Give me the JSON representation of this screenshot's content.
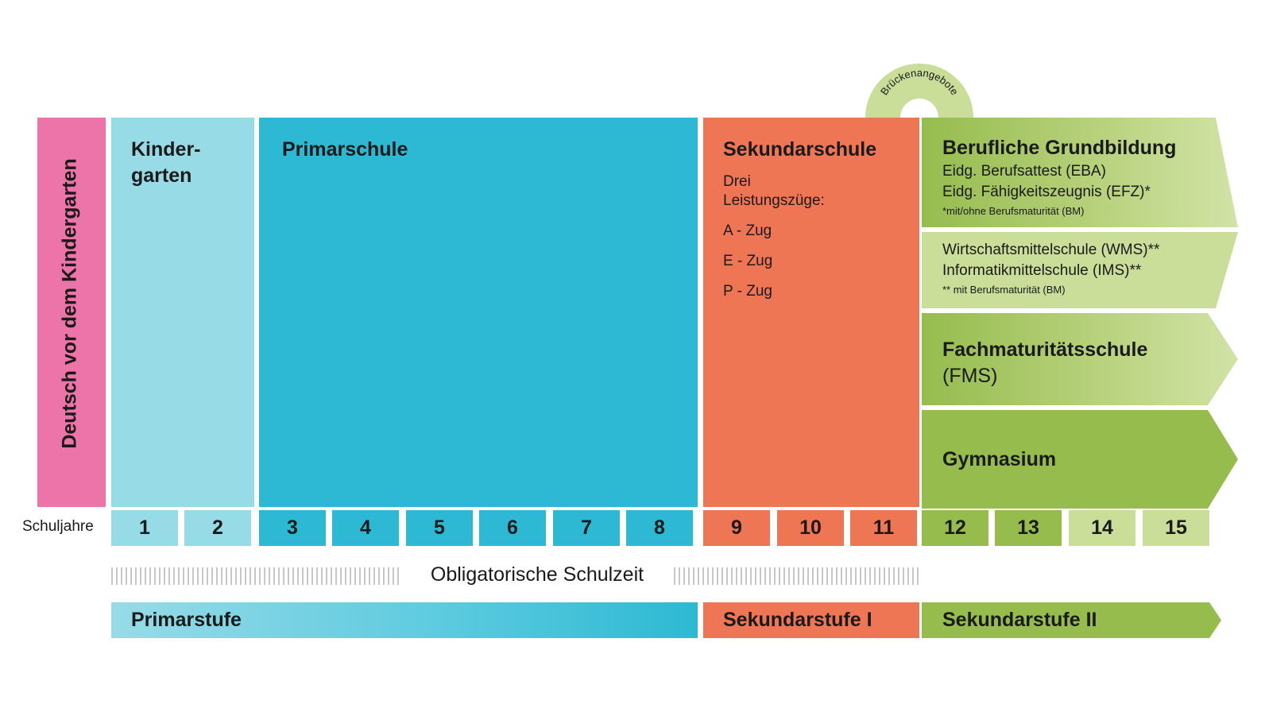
{
  "left_bar": {
    "label": "Deutsch vor dem Kindergarten"
  },
  "columns": {
    "kindergarten": {
      "title_line1": "Kinder-",
      "title_line2": "garten"
    },
    "primarschule": {
      "title": "Primarschule"
    },
    "sekundarschule": {
      "title": "Sekundarschule",
      "subtitle_line1": "Drei",
      "subtitle_line2": "Leistungszüge:",
      "tracks": [
        "A - Zug",
        "E - Zug",
        "P - Zug"
      ]
    }
  },
  "bridge": {
    "label": "Brückenangebote"
  },
  "sek2_paths": [
    {
      "title": "Berufliche Grundbildung",
      "lines": [
        "Eidg. Berufsattest (EBA)",
        "Eidg. Fähigkeitszeugnis (EFZ)*"
      ],
      "note": "*mit/ohne Berufsmaturität (BM)"
    },
    {
      "lines": [
        "Wirtschaftsmittelschule (WMS)**",
        "Informatikmittelschule (IMS)**"
      ],
      "note": "** mit Berufsmaturität (BM)"
    },
    {
      "title": "Fachmaturitätsschule",
      "subtitle": "(FMS)"
    },
    {
      "title": "Gymnasium"
    }
  ],
  "years_label": "Schuljahre",
  "years": [
    "1",
    "2",
    "3",
    "4",
    "5",
    "6",
    "7",
    "8",
    "9",
    "10",
    "11",
    "12",
    "13",
    "14",
    "15"
  ],
  "obligatory_label": "Obligatorische Schulzeit",
  "stages": {
    "primar": "Primarstufe",
    "sek1": "Sekundarstufe I",
    "sek2": "Sekundarstufe II"
  },
  "colors": {
    "pink": "#ec74a9",
    "kindergarten": "#97dbe7",
    "primar": "#2db9d3",
    "sekundar": "#ee7655",
    "green_dark": "#96bc4e",
    "green_light": "#cadd99"
  }
}
